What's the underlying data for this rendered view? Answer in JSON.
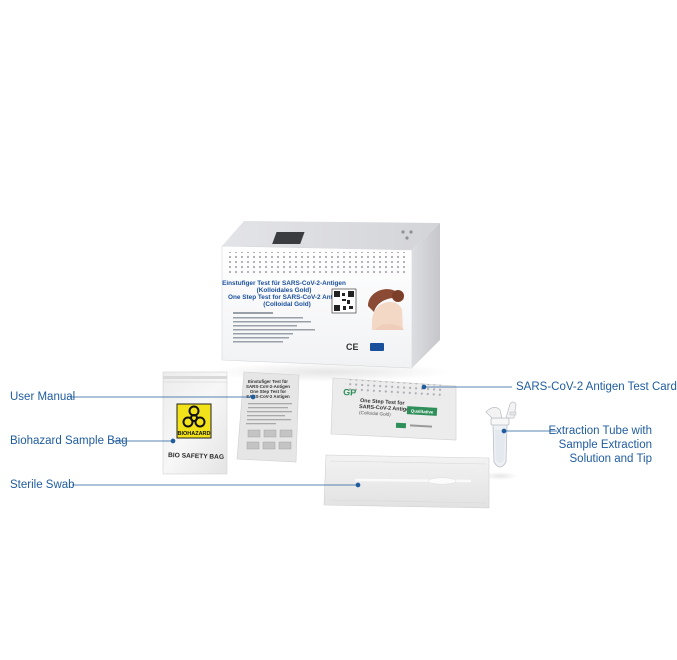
{
  "colors": {
    "callout": "#1f5c9e",
    "box_text": "#1a4f9c",
    "biohazard_yellow": "#f2e21a"
  },
  "callouts": {
    "user_manual": "User Manual",
    "biohazard_bag": "Biohazard Sample Bag",
    "sterile_swab": "Sterile Swab",
    "test_card": "SARS-CoV-2 Antigen Test Card",
    "extraction_tube": [
      "Extraction Tube with",
      "Sample Extraction",
      "Solution and Tip"
    ]
  },
  "box": {
    "title_de": [
      "Einstufiger Test für SARS-CoV-2-Antigen",
      "(Kolloidales Gold)"
    ],
    "title_en": [
      "One Step Test for SARS-CoV-2 Antigen",
      "(Colloidal Gold)"
    ],
    "ce": "CE"
  },
  "bag": {
    "badge": "BIOHAZARD",
    "caption": "BIO SAFETY BAG"
  },
  "manual": {
    "title": [
      "Einstufiger Test für",
      "SARS-CoV-2-Antigen",
      "One Step Test for",
      "SARS-CoV-2 Antigen"
    ]
  },
  "card": {
    "title": [
      "One Step Test for",
      "SARS-CoV-2 Antigen",
      "(Colloidal Gold)"
    ],
    "badge": "Qualitative"
  }
}
